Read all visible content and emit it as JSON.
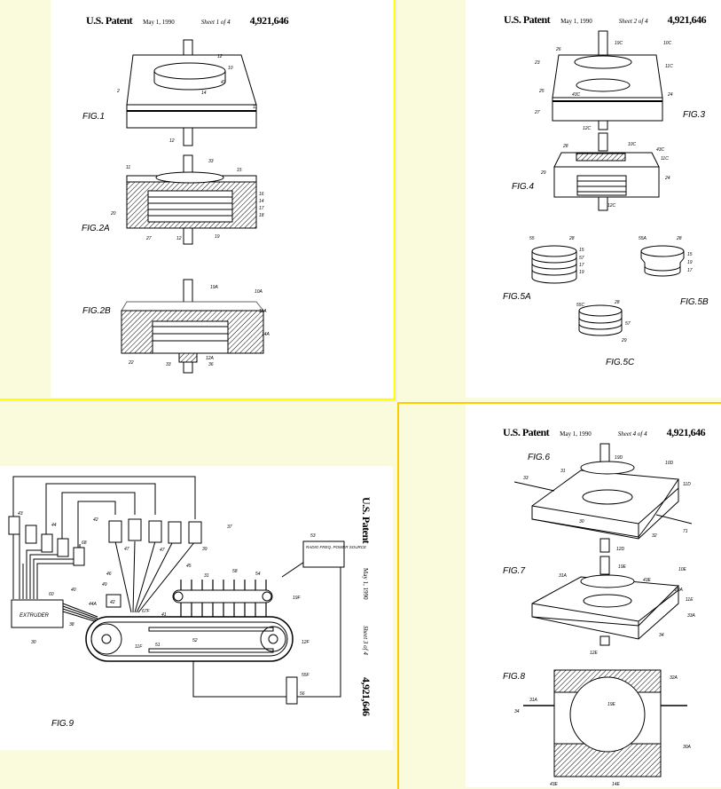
{
  "sheets": [
    {
      "title": "U.S. Patent",
      "date": "May 1, 1990",
      "sheet": "Sheet 1 of 4",
      "number": "4,921,646",
      "figures": [
        "FIG.1",
        "FIG.2A",
        "FIG.2B"
      ],
      "refs": [
        "12",
        "10",
        "43",
        "14",
        "11",
        "2",
        "12",
        "11",
        "33",
        "15",
        "16",
        "14",
        "17",
        "18",
        "20",
        "27",
        "12",
        "19",
        "19A",
        "10A",
        "11A",
        "14A",
        "22",
        "33",
        "12A",
        "36"
      ]
    },
    {
      "title": "U.S. Patent",
      "date": "May 1, 1990",
      "sheet": "Sheet 2 of 4",
      "number": "4,921,646",
      "figures": [
        "FIG.3",
        "FIG.4",
        "FIG.5A",
        "FIG.5B",
        "FIG.5C"
      ],
      "refs": [
        "26",
        "19C",
        "10C",
        "23",
        "11C",
        "25",
        "43C",
        "24",
        "27",
        "12C",
        "28",
        "10C",
        "43C",
        "11C",
        "29",
        "24",
        "12C",
        "55",
        "28",
        "15",
        "57",
        "17",
        "19",
        "55A",
        "28",
        "15",
        "19",
        "17",
        "55C",
        "28",
        "57",
        "29"
      ]
    },
    {
      "title": "U.S. Patent",
      "date": "May 1, 1990",
      "sheet": "Sheet 3 of 4",
      "number": "4,921,646",
      "figures": [
        "FIG.9"
      ],
      "labels": {
        "extruder": "EXTRUDER",
        "rf_source": "RADIO FREQ. POWER SOURCE"
      },
      "refs": [
        "43",
        "44",
        "68",
        "42",
        "47",
        "47",
        "37",
        "39",
        "53",
        "45",
        "46",
        "49",
        "31",
        "58",
        "54",
        "60",
        "40",
        "44A",
        "42",
        "67F",
        "41",
        "19F",
        "38",
        "30",
        "11F",
        "51",
        "52",
        "12F",
        "55F",
        "56"
      ]
    },
    {
      "title": "U.S. Patent",
      "date": "May 1, 1990",
      "sheet": "Sheet 4 of 4",
      "number": "4,921,646",
      "figures": [
        "FIG.6",
        "FIG.7",
        "FIG.8"
      ],
      "refs": [
        "19D",
        "10D",
        "33",
        "31",
        "11D",
        "30",
        "32",
        "71",
        "12D",
        "19E",
        "43E",
        "10E",
        "31A",
        "20A",
        "11E",
        "33A",
        "12E",
        "34",
        "31A",
        "32A",
        "19E",
        "34",
        "30A",
        "43E",
        "14E"
      ]
    }
  ]
}
